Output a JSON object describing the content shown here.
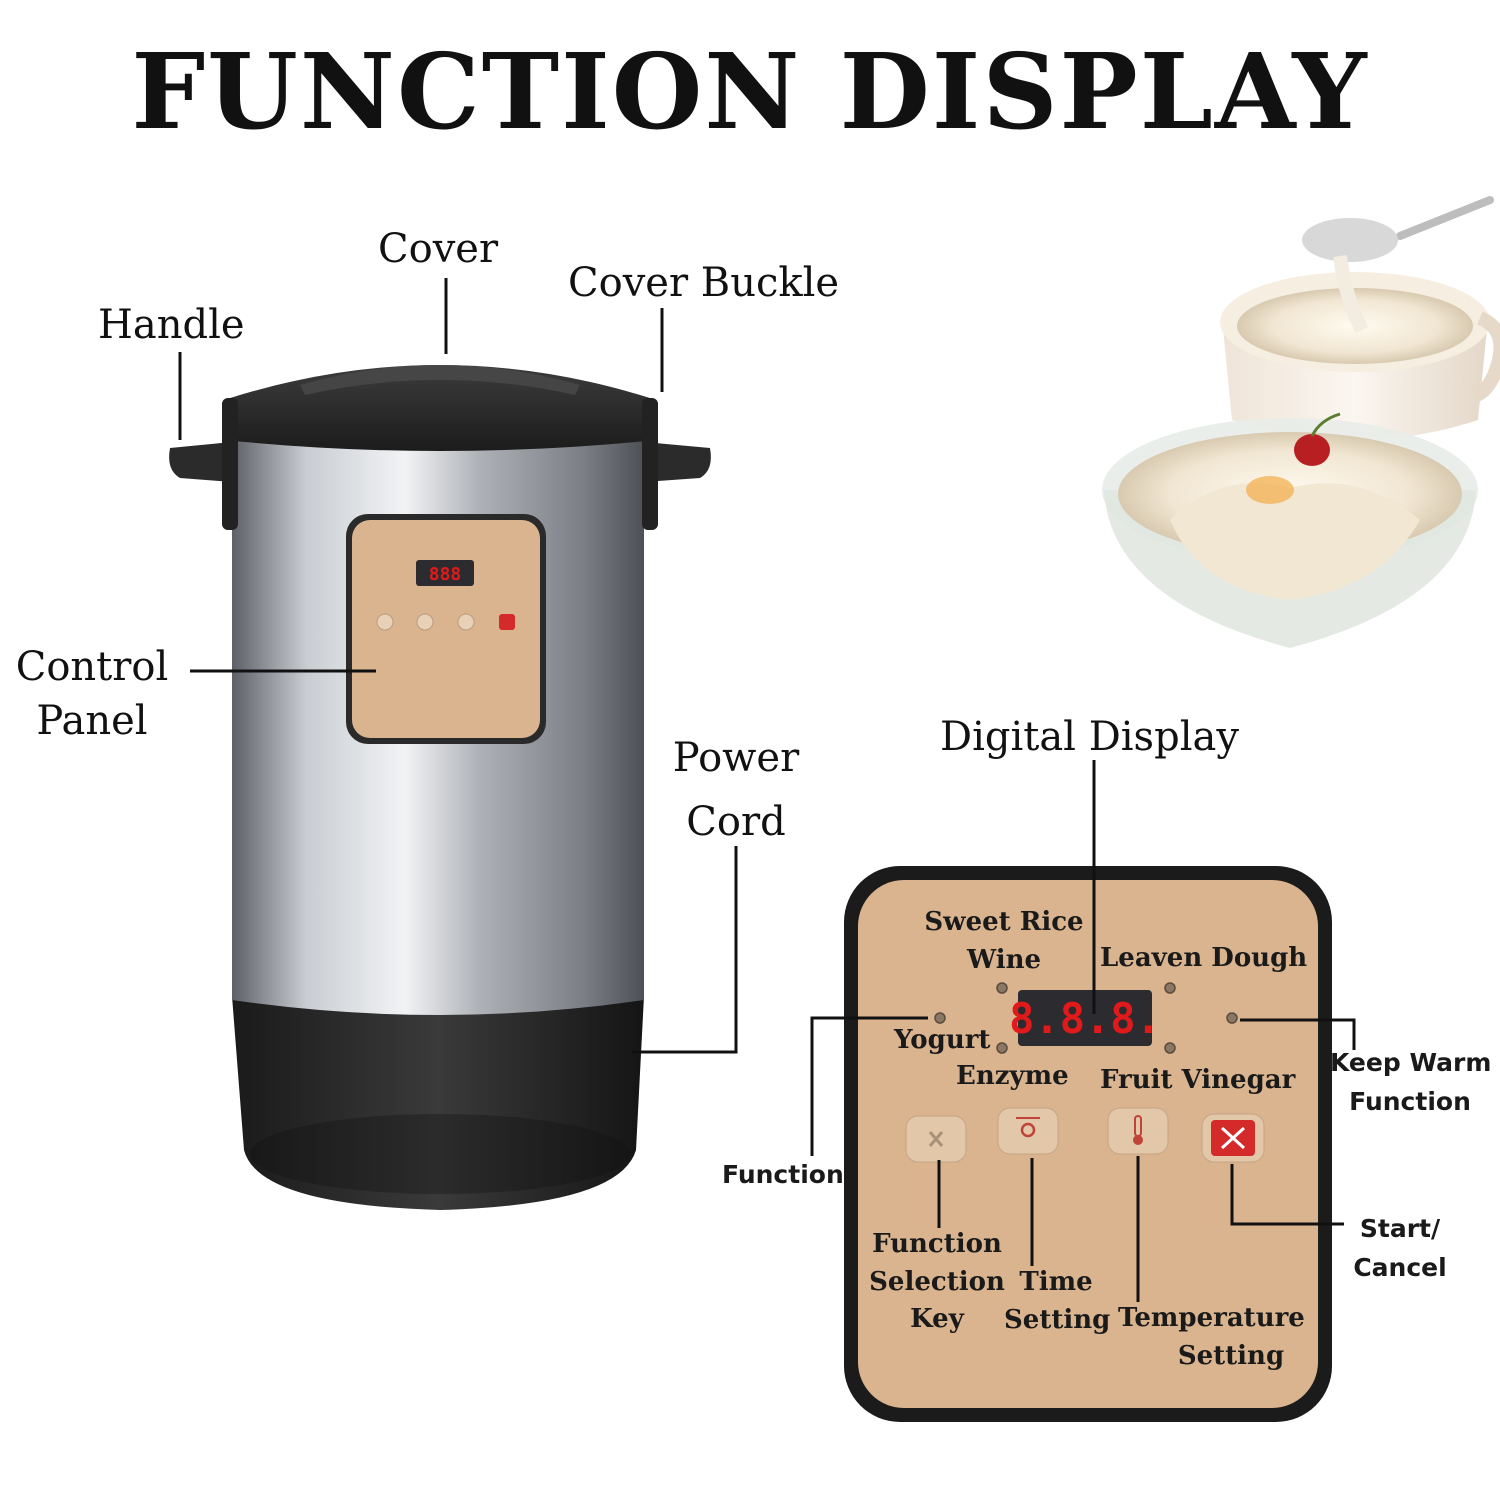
{
  "title": "FUNCTION DISPLAY",
  "callouts": {
    "cover": "Cover",
    "cover_buckle": "Cover Buckle",
    "handle": "Handle",
    "control_panel_line1": "Control",
    "control_panel_line2": "Panel",
    "power_cord_line1": "Power",
    "power_cord_line2": "Cord",
    "digital_display": "Digital Display"
  },
  "panel": {
    "sweet_rice_line1": "Sweet Rice",
    "sweet_rice_line2": "Wine",
    "leaven_dough": "Leaven Dough",
    "yogurt": "Yogurt",
    "enzyme": "Enzyme",
    "fruit_vinegar": "Fruit Vinegar",
    "led_readout": "8.8.8.",
    "function_selection_line1": "Function",
    "function_selection_line2": "Selection",
    "function_selection_line3": "Key",
    "time_setting_line1": "Time",
    "time_setting_line2": "Setting",
    "temperature_setting_line1": "Temperature",
    "temperature_setting_line2": "Setting"
  },
  "side_labels": {
    "function": "Function",
    "keep_warm_line1": "Keep Warm",
    "keep_warm_line2": "Function",
    "start_cancel_line1": "Start/",
    "start_cancel_line2": "Cancel"
  },
  "colors": {
    "panel_bg": "#d9b48f",
    "panel_frame": "#1b1b1b",
    "body_steel": "#b8bcc1",
    "lid_black": "#2a2a2a",
    "led_red": "#e01a1a",
    "cancel_red": "#d42a2a"
  }
}
